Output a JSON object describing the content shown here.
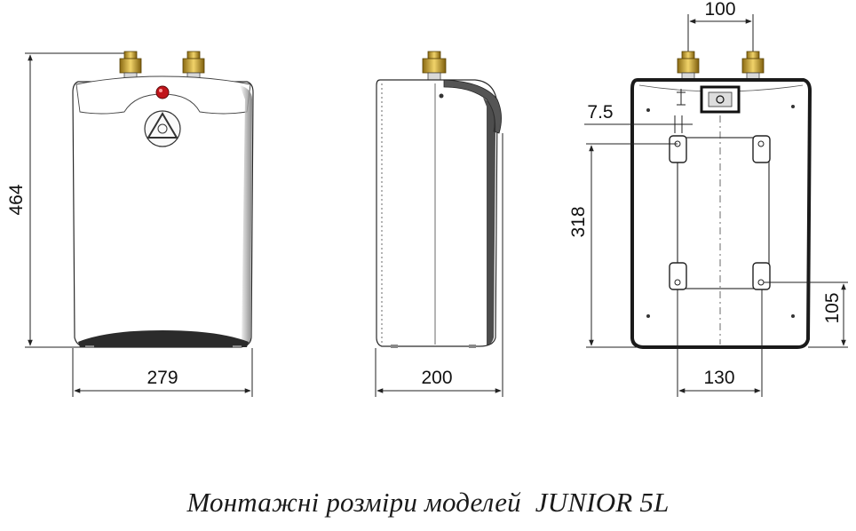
{
  "drawing": {
    "front_view": {
      "height_label": "464",
      "width_label": "279"
    },
    "side_view": {
      "depth_label": "200"
    },
    "back_view": {
      "pipe_spacing_label": "100",
      "offset_label": "7.5",
      "bracket_spacing_vertical_label": "318",
      "bracket_spacing_horizontal_label": "130",
      "lower_bracket_height_label": "105"
    }
  },
  "caption": "Монтажні розміри моделей  JUNIOR 5L",
  "colors": {
    "line": "#222222",
    "brass": "#c9a227",
    "indicator": "#c0141a",
    "shade": "#2b2b2b"
  }
}
